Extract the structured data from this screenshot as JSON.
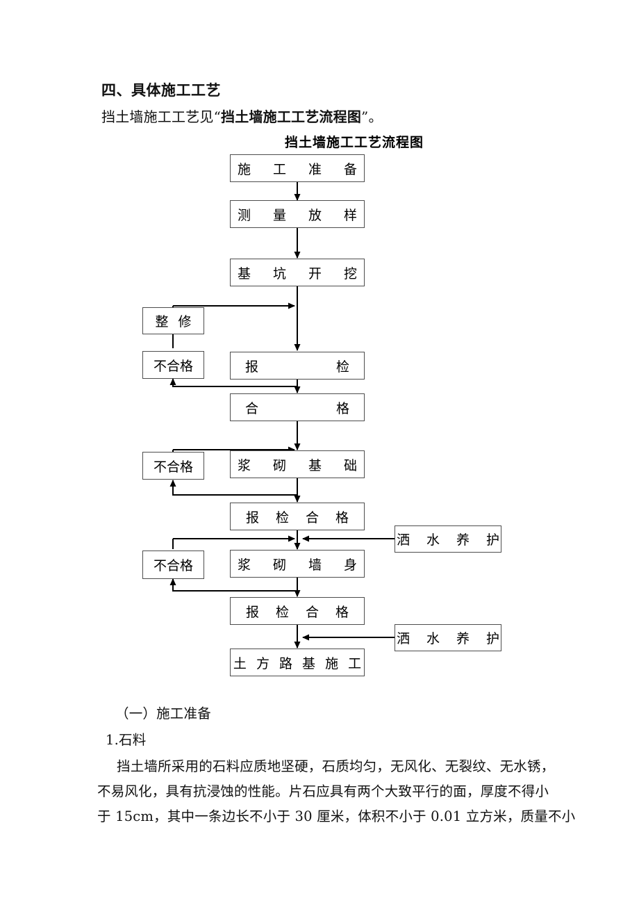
{
  "document": {
    "heading": "四、具体施工工艺",
    "intro_prefix": "挡土墙施工工艺见“",
    "intro_bold": "挡土墙施工工艺流程图",
    "intro_suffix": "”。",
    "chart_title": "挡土墙施工工艺流程图",
    "sections": {
      "subsection": "（一）施工准备",
      "item": "1.石料",
      "paragraph_line1": "挡土墙所采用的石料应质地坚硬，石质均匀，无风化、无裂纹、无水锈，",
      "paragraph_line2": "不易风化，具有抗浸蚀的性能。片石应具有两个大致平行的面，厚度不得小",
      "paragraph_line3": "于 15cm，其中一条边长不小于 30 厘米，体积不小于 0.01 立方米，质量不小"
    }
  },
  "flowchart": {
    "title": "挡土墙施工工艺流程图",
    "nodes": {
      "prep": "施 工 准 备",
      "survey": "测 量 放 样",
      "excavate": "基 坑 开 挖",
      "repair": "整 修",
      "fail1": "不合格",
      "inspect": "报 检",
      "pass": "合 格",
      "fail2": "不合格",
      "foundation": "浆 砌 基 础",
      "passed1": "报 检 合 格",
      "curing1": "洒 水 养 护",
      "fail3": "不合格",
      "wallbody": "浆 砌 墙 身",
      "passed2": "报 检 合 格",
      "curing2": "洒 水 养 护",
      "subgrade": "土 方 路 基 施 工"
    }
  },
  "colors": {
    "box_border": "#4d4d4d",
    "line": "#000000",
    "text": "#000000",
    "background": "#ffffff"
  }
}
